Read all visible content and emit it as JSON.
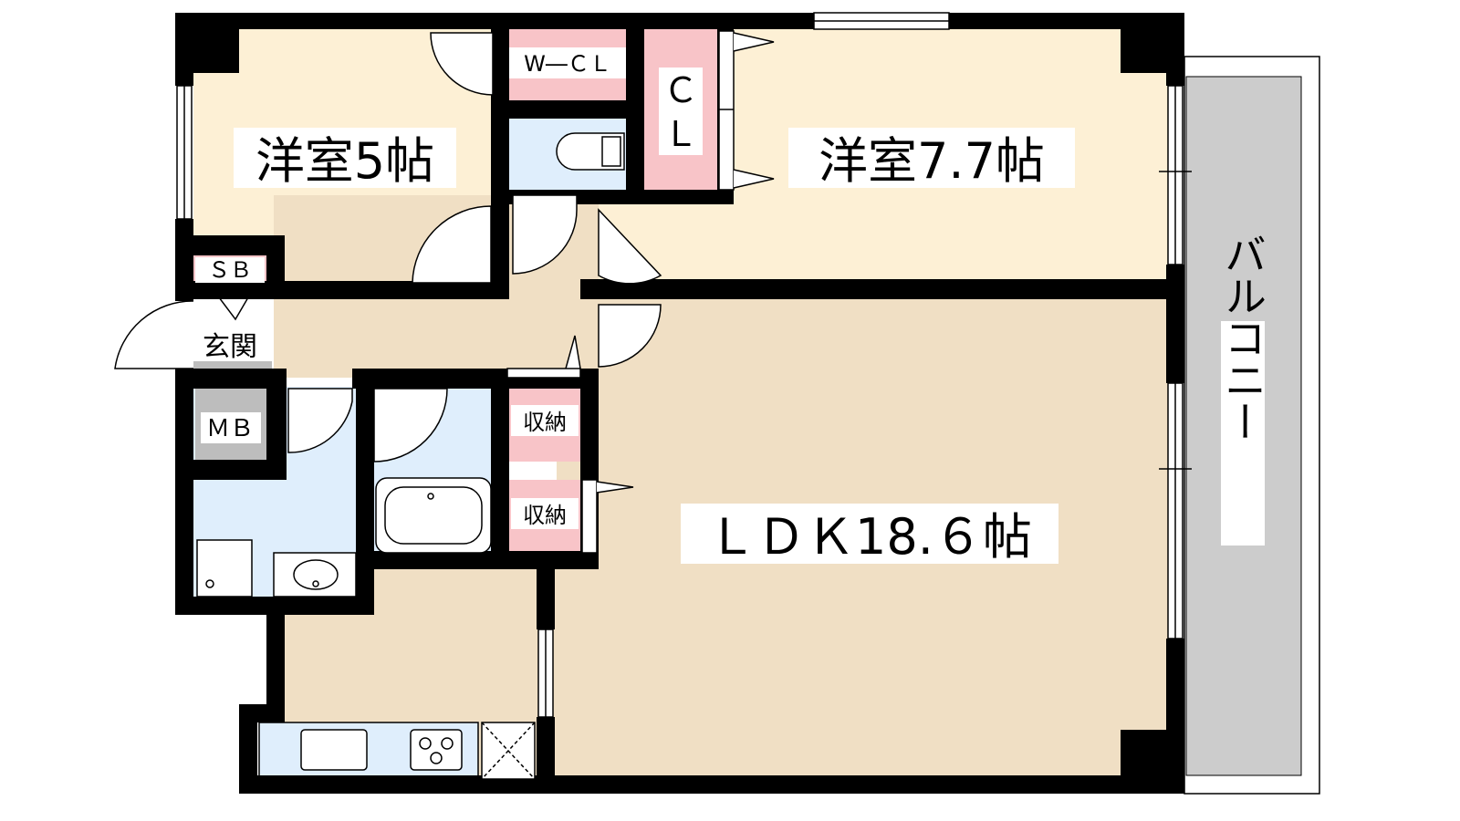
{
  "rooms": {
    "western_5": "洋室5帖",
    "western_77": "洋室7.7帖",
    "ldk": "ＬＤＫ18.６帖",
    "balcony": "バルコニー",
    "entrance": "玄関",
    "wcl": "W―ＣＬ",
    "cl_top": "Ｃ",
    "cl_bottom": "Ｌ",
    "sb": "ＳＢ",
    "mb": "ＭＢ",
    "storage_1": "収納",
    "storage_2": "収納"
  },
  "colors": {
    "wall": "#000000",
    "bedroom_floor": "#fdf0d5",
    "ldk_floor": "#f0dfc4",
    "wet_area": "#dfeefc",
    "storage": "#f8c4c8",
    "balcony": "#cccccc",
    "mb": "#bdbdbd"
  }
}
